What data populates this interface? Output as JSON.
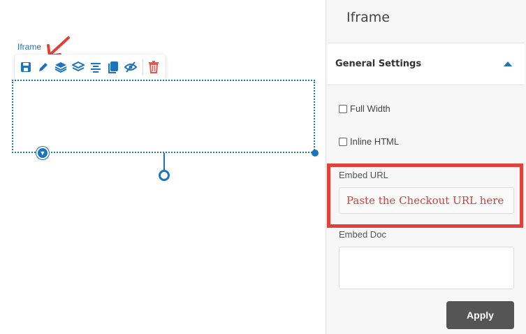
{
  "canvas": {
    "element_label": "Iframe",
    "toolbar": {
      "icons": [
        "save-icon",
        "pencil-icon",
        "layers-icon",
        "stack-icon",
        "align-center-icon",
        "copy-icon",
        "eye-off-icon",
        "trash-icon"
      ]
    }
  },
  "panel": {
    "title": "Iframe",
    "section": {
      "label": "General Settings",
      "expanded": true
    },
    "checkboxes": [
      {
        "label": "Full Width",
        "checked": false
      },
      {
        "label": "Inline HTML",
        "checked": false
      }
    ],
    "embed_url": {
      "label": "Embed URL",
      "value": "Paste the Checkout URL here"
    },
    "embed_doc": {
      "label": "Embed Doc",
      "value": ""
    },
    "apply_label": "Apply"
  },
  "colors": {
    "accent": "#1e73be",
    "highlight": "#e0423b",
    "apply_button": "#555555",
    "trash": "#e05a4f"
  }
}
